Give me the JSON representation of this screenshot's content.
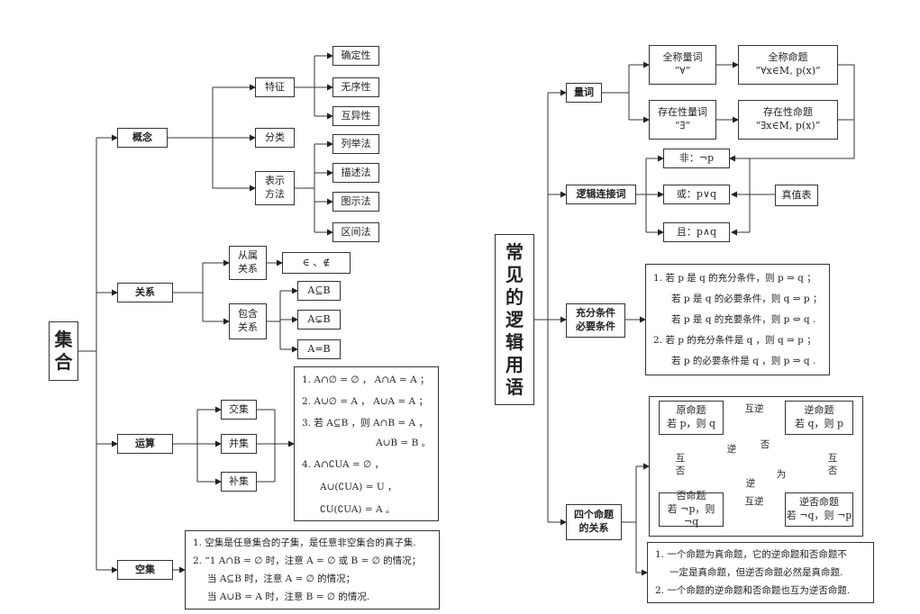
{
  "left": {
    "root": "集\n合",
    "concept": {
      "label": "概念",
      "feature": {
        "label": "特征",
        "items": [
          "确定性",
          "无序性",
          "互异性"
        ]
      },
      "classify": "分类",
      "represent": {
        "label": "表示\n方法",
        "items": [
          "列举法",
          "描述法",
          "图示法",
          "区间法"
        ]
      }
    },
    "relation": {
      "label": "关系",
      "belong": {
        "label": "从属\n关系",
        "symbols": "∈ 、∉"
      },
      "contain": {
        "label": "包含\n关系",
        "items": [
          "A⊆B",
          "A⊊B",
          "A=B"
        ]
      }
    },
    "operation": {
      "label": "运算",
      "items": [
        "交集",
        "并集",
        "补集"
      ],
      "rules": [
        "1.  A∩∅ = ∅ ，  A∩A = A ；",
        "2.  A∪∅ = A ，  A∪A = A ；",
        "3.  若 A⊆B ，则 A∩B = A ，",
        "A∪B = B 。",
        "4.  A∩∁UA = ∅ ，",
        "A∪(∁UA) = U ，",
        "∁U(∁UA) = A 。"
      ]
    },
    "empty": {
      "label": "空集",
      "notes": [
        "1. 空集是任意集合的子集，是任意非空集合的真子集.",
        "2. “1 A∩B = ∅ 时，注意 A = ∅ 或 B = ∅ 的情况；",
        "当 A⊆B 时，注意 A = ∅ 的情况；",
        "当 A∪B = A 时，注意 B = ∅ 的情况."
      ]
    }
  },
  "right": {
    "root": "常\n见\n的\n逻\n辑\n用\n语",
    "quantifier": {
      "label": "量词",
      "universal": {
        "name": "全称量词\n“∀”",
        "prop": "全称命题\n“∀x∈M, p(x)”"
      },
      "existential": {
        "name": "存在性量词\n“∃”",
        "prop": "存在性命题\n“∃x∈M, p(x)”"
      }
    },
    "connective": {
      "label": "逻辑连接词",
      "items": [
        "非：¬p",
        "或：p∨q",
        "且：p∧q"
      ],
      "truth_table": "真值表"
    },
    "condition": {
      "label": "充分条件\n必要条件",
      "lines": [
        "1.  若 p 是 q 的充分条件，则 p ⇒ q ；",
        "若 p 是 q 的必要条件，则 q ⇒ p ；",
        "若 p 是 q 的充要条件，则 p ⇔ q .",
        "2.  若 p 的充分条件是 q ，则 q ⇒ p ；",
        "若 p 的必要条件是 q ，则 p ⇒ q ."
      ]
    },
    "four": {
      "label": "四个命题\n的关系",
      "original": "原命题\n若 p，则 q",
      "converse": "逆命题\n若 q，则 p",
      "inverse": "否命题\n若 ¬p，则 ¬q",
      "contrapositive": "逆否命题\n若 ¬q，则 ¬p",
      "mutual_converse_top": "互逆",
      "mutual_converse_bottom": "互逆",
      "mutual_negation_left": "互\n否",
      "mutual_negation_right": "互\n否",
      "diag_a": "逆",
      "diag_b": "否",
      "diag_c": "为",
      "diag_d": "逆",
      "notes": [
        "1.  一个命题为真命题，它的逆命题和否命题不",
        "一定是真命题，但逆否命题必然是真命题.",
        "2.  一个命题的逆命题和否命题也互为逆否命题."
      ]
    }
  }
}
